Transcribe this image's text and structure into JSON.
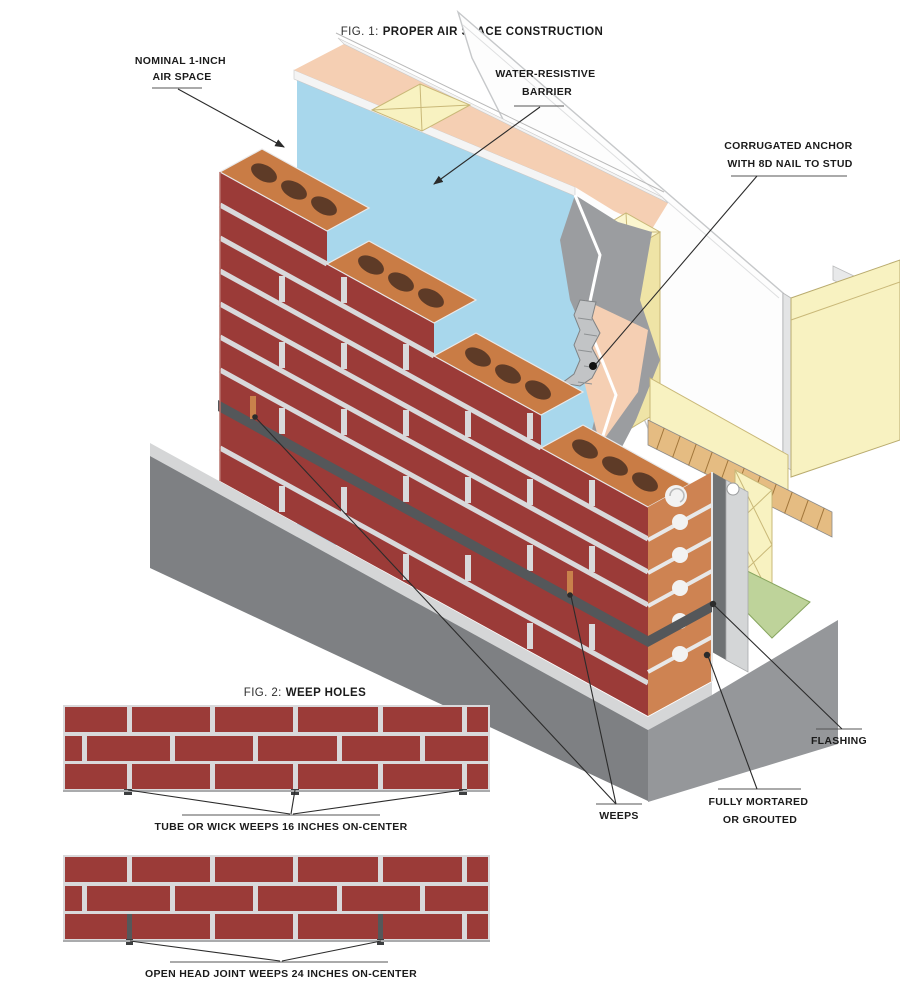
{
  "figure1": {
    "title_prefix": "FIG. 1:",
    "title": "PROPER AIR SPACE CONSTRUCTION",
    "labels": {
      "air_space": {
        "line1": "NOMINAL 1-INCH",
        "line2": "AIR SPACE"
      },
      "wrb": {
        "line1": "WATER-RESISTIVE",
        "line2": "BARRIER"
      },
      "anchor": {
        "line1": "CORRUGATED ANCHOR",
        "line2": "WITH 8D NAIL TO STUD"
      },
      "flashing": {
        "line1": "FLASHING"
      },
      "mortared": {
        "line1": "FULLY MORTARED",
        "line2": "OR GROUTED"
      },
      "weeps": {
        "line1": "WEEPS"
      }
    }
  },
  "figure2": {
    "title_prefix": "FIG. 2:",
    "title": "WEEP HOLES",
    "captions": {
      "tube": "TUBE OR WICK WEEPS 16 INCHES ON-CENTER",
      "open_head": "OPEN HEAD JOINT WEEPS 24 INCHES ON-CENTER"
    },
    "tube_weep_positions_x": [
      128,
      295,
      463
    ],
    "open_head_joint_positions_x": [
      127,
      378
    ]
  },
  "colors": {
    "brick_red": "#9B3B38",
    "brick_top_orange": "#C97C45",
    "brick_cut_orange": "#CE8352",
    "brick_core_brown": "#5E3B27",
    "mortar_gray": "#D9D9DB",
    "barrier_blue": "#A8D7EC",
    "sheathing_peach": "#F5CFB3",
    "stud_yellow": "#F8F2C1",
    "foundation_gray": "#7E8083",
    "flashing_dark": "#54575A",
    "grout_green": "#BED39A",
    "weep_orange": "#C9814B"
  }
}
